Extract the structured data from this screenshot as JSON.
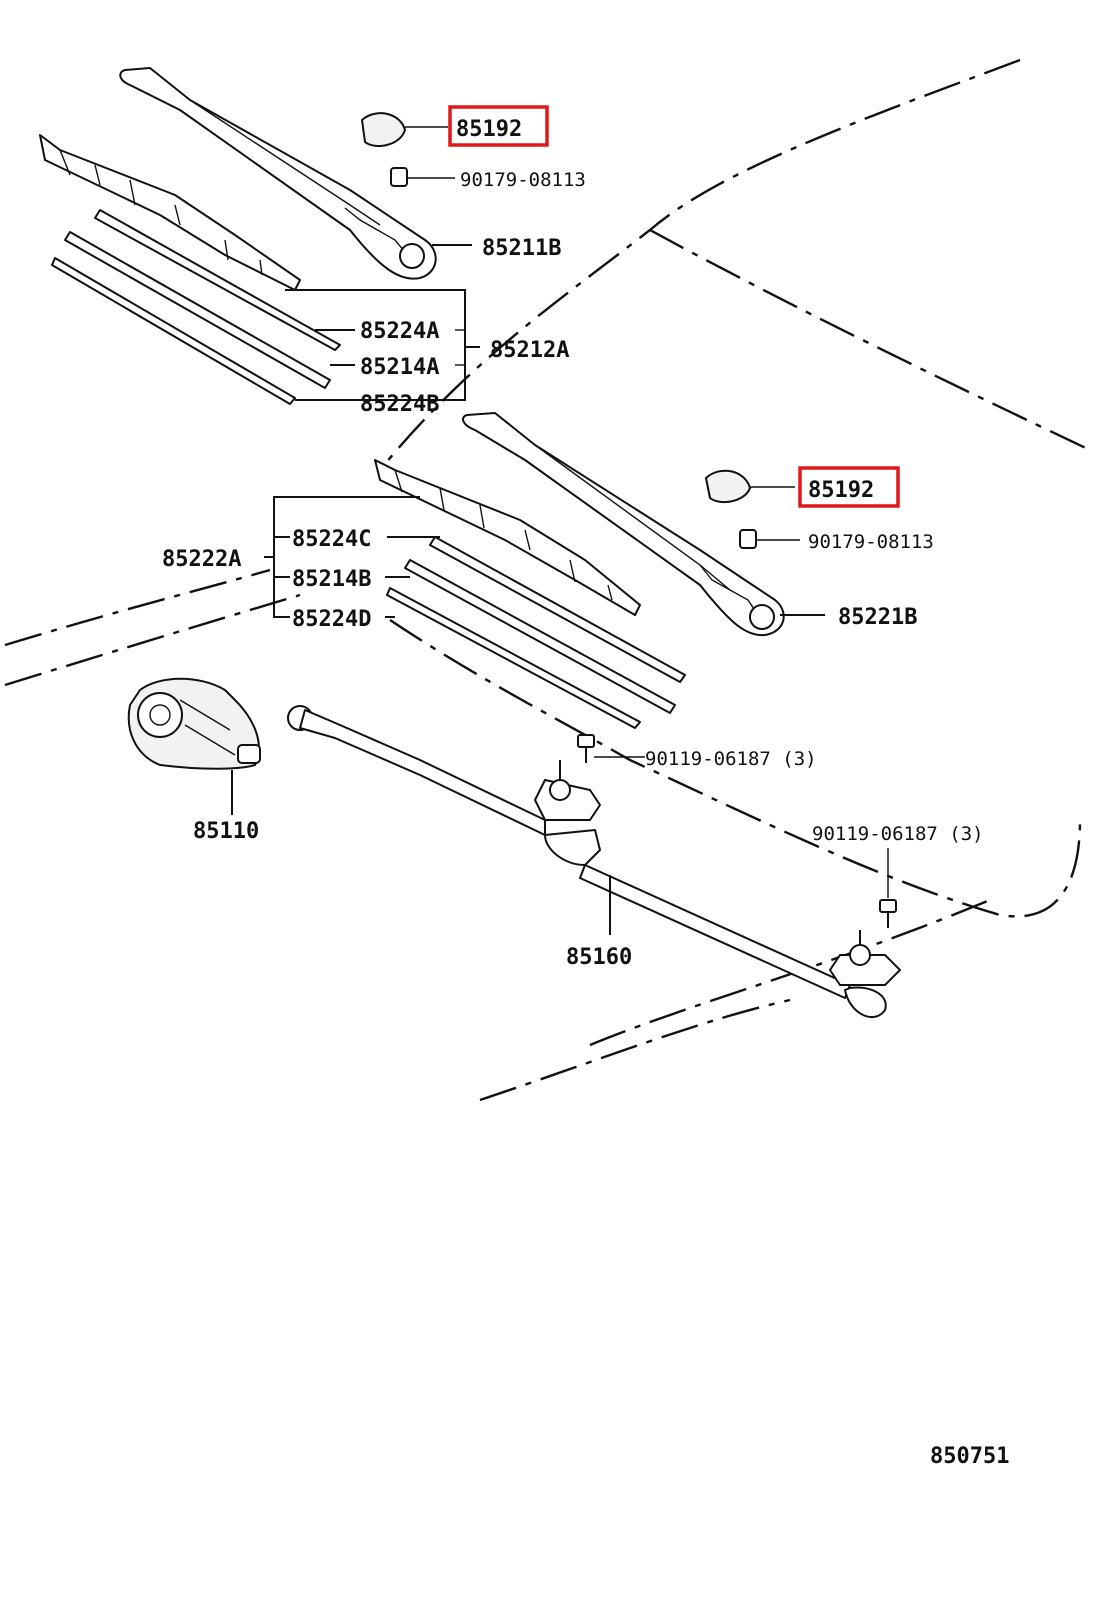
{
  "diagram": {
    "colors": {
      "ink": "#111111",
      "highlight": "#e21818",
      "background": "#ffffff"
    },
    "labels": {
      "cap_upper": "85192",
      "nut_upper": "90179-08113",
      "arm_upper": "85211B",
      "blade_asm_upper": "85212A",
      "rubber_upper_a": "85224A",
      "rubber_upper_b": "85214A",
      "rubber_upper_c": "85224B",
      "cap_lower": "85192",
      "nut_lower": "90179-08113",
      "arm_lower": "85221B",
      "blade_asm_lower": "85222A",
      "rubber_lower_c": "85224C",
      "rubber_lower_b": "85214B",
      "rubber_lower_d": "85224D",
      "bolt_center": "90119-06187 (3)",
      "bolt_right": "90119-06187 (3)",
      "motor": "85110",
      "link": "85160",
      "figure_number": "850751"
    },
    "highlighted_parts": [
      "85192"
    ]
  }
}
